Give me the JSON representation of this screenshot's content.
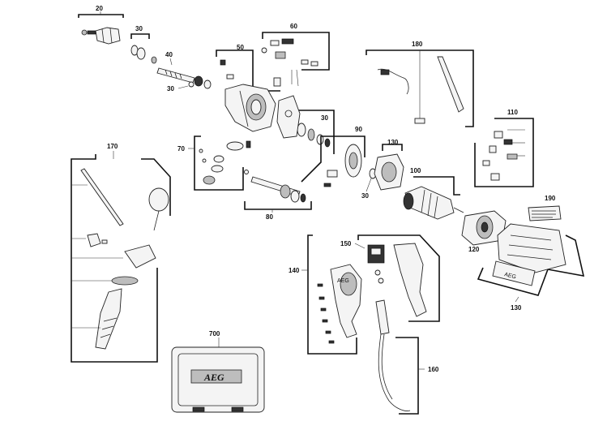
{
  "diagram": {
    "callouts": {
      "c20": "20",
      "c30a": "30",
      "c40": "40",
      "c30b": "30",
      "c50": "50",
      "c60": "60",
      "c70": "70",
      "c30c": "30",
      "c80": "80",
      "c90": "90",
      "c30d": "30",
      "c100": "100",
      "c110": "110",
      "c120": "120",
      "c130a": "130",
      "c130b": "130",
      "c140": "140",
      "c150": "150",
      "c160": "160",
      "c170": "170",
      "c180": "180",
      "c190": "190",
      "c700": "700"
    },
    "case_brand": "AEG",
    "handle_brand": "AEG",
    "motor_brand": "AEG"
  }
}
